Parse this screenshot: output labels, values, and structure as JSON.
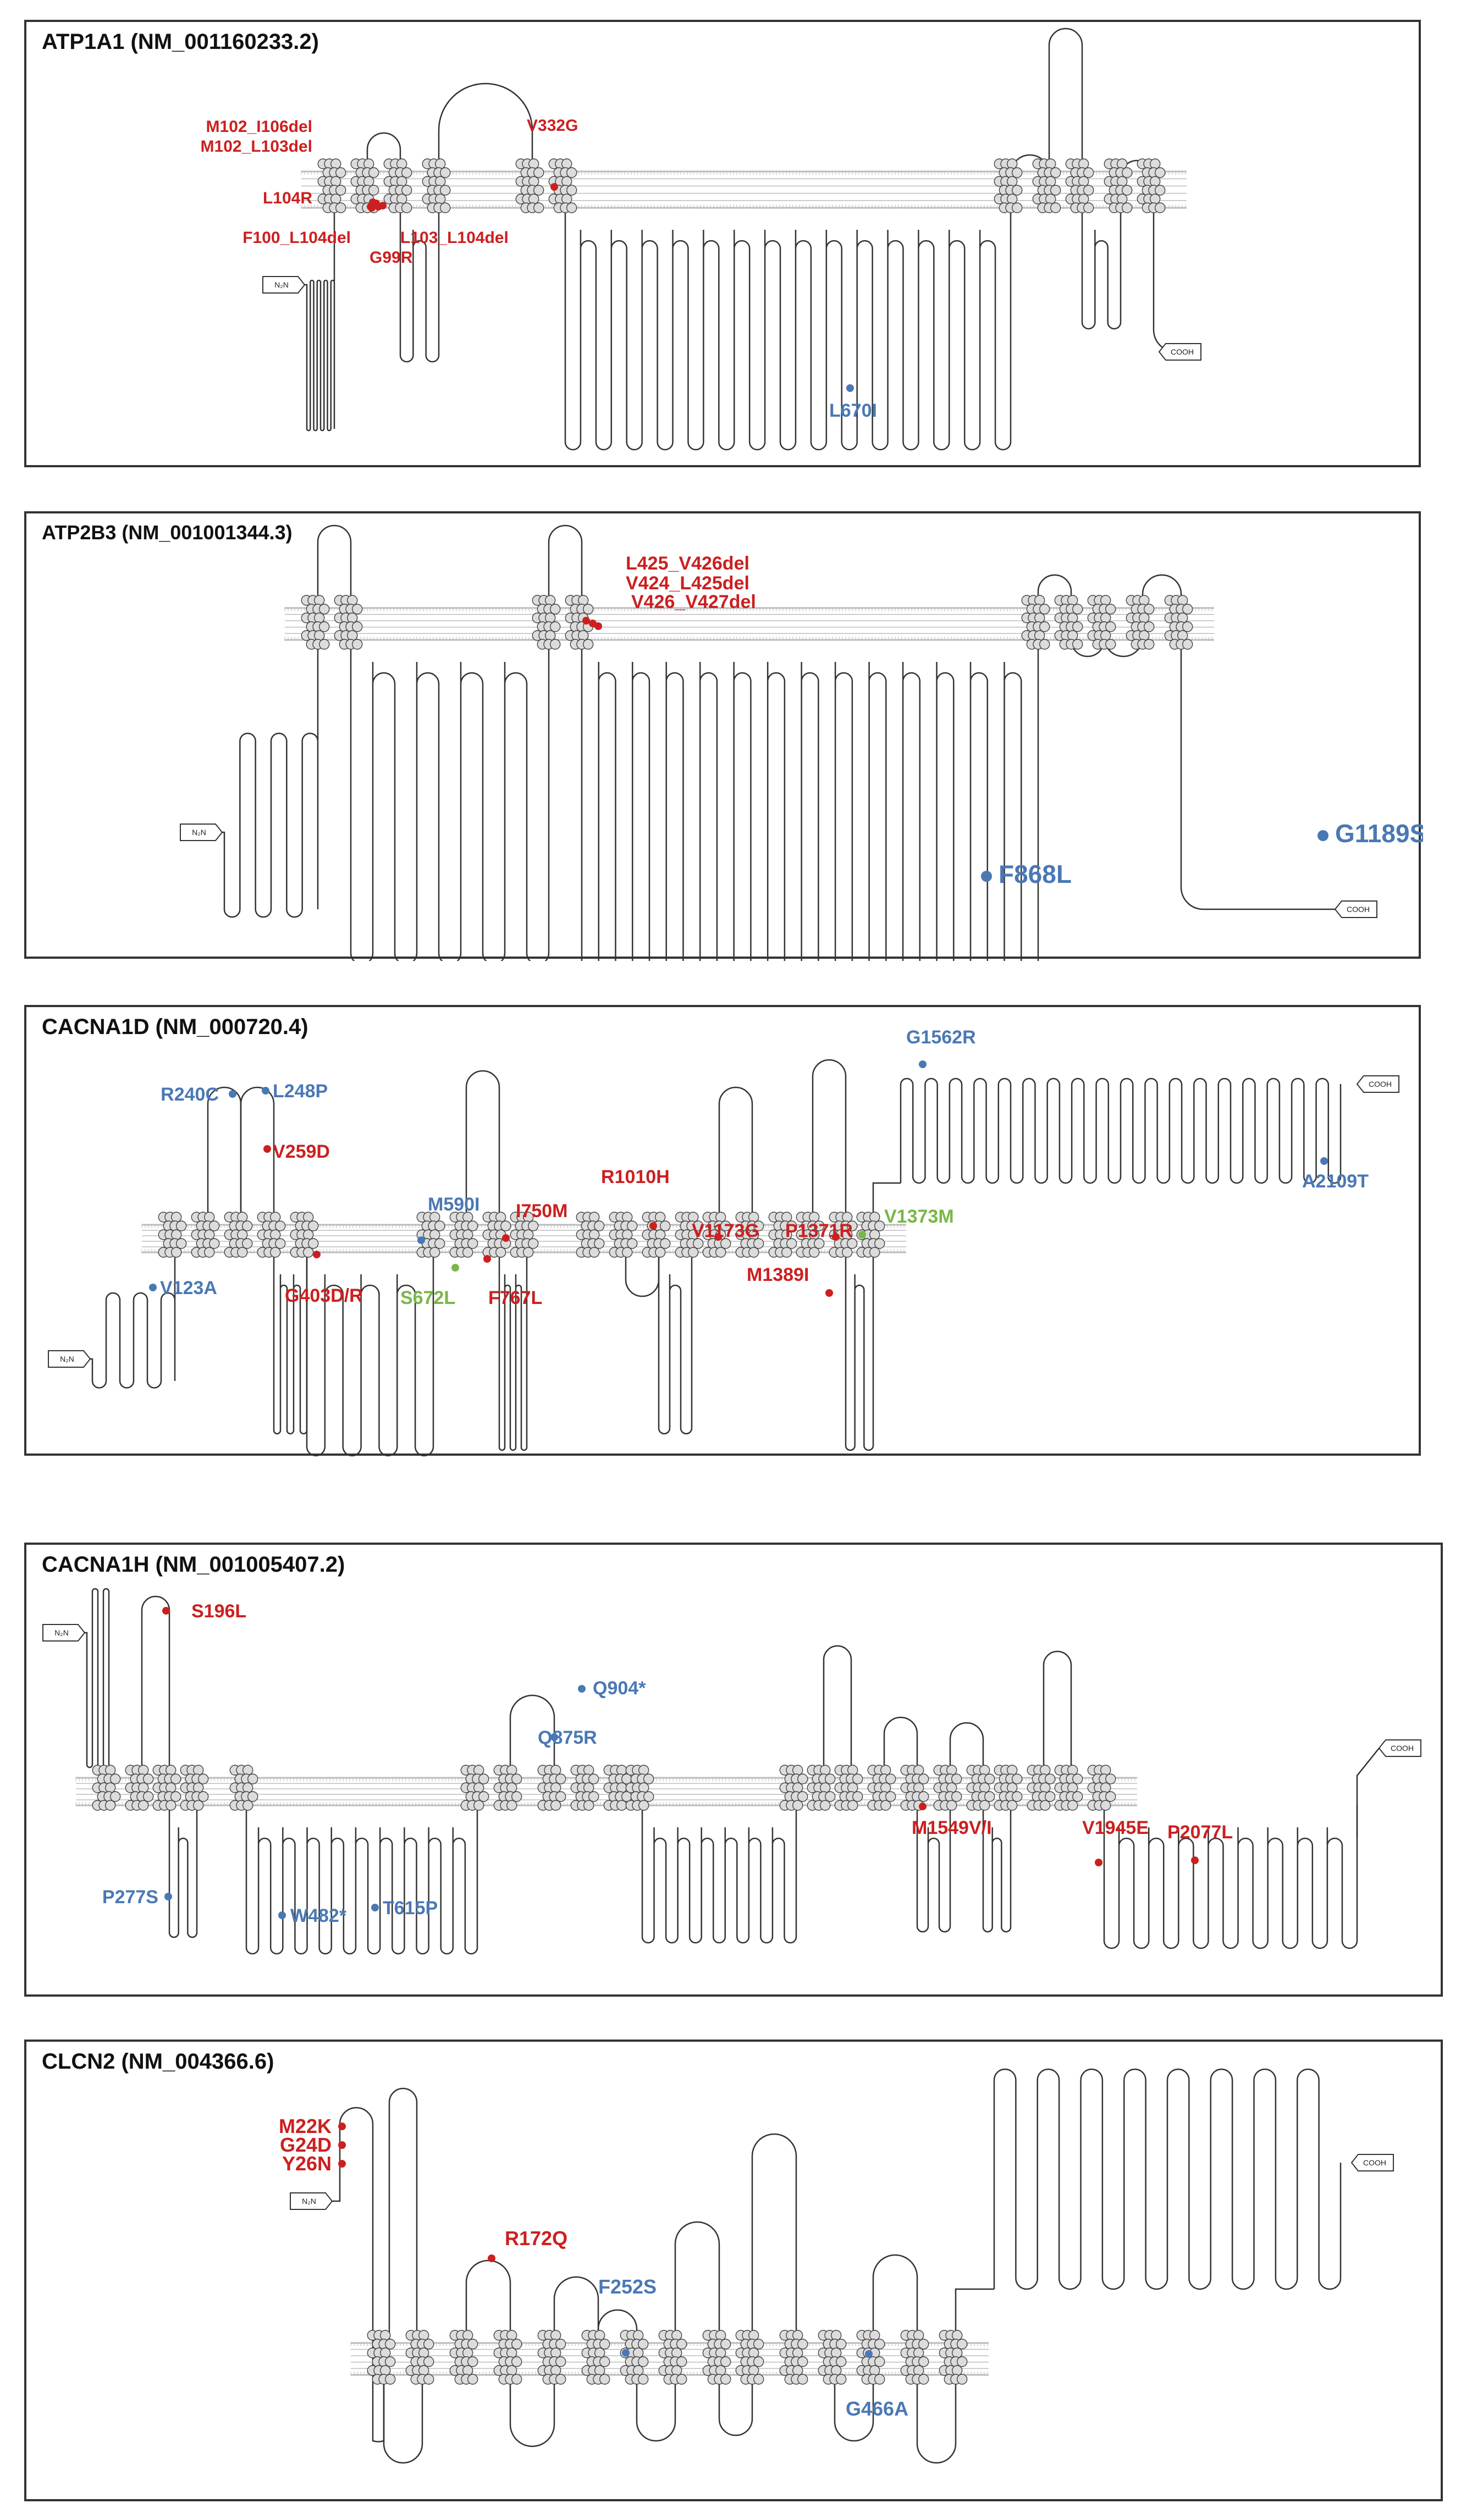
{
  "colors": {
    "pathogenic": "#cc1f1f",
    "benign": "#4a78b5",
    "other": "#7ab648",
    "membrane": "#bdbdbd",
    "helix_fill": "#dcdcdc",
    "helix_stroke": "#444444",
    "line": "#333333"
  },
  "panels": [
    {
      "id": "atp1a1",
      "title": "ATP1A1 (NM_001160233.2)",
      "n_terminus": "N₂N",
      "c_terminus": "COOH",
      "variants": [
        {
          "label": "M102_I106del",
          "color": "pathogenic"
        },
        {
          "label": "M102_L103del",
          "color": "pathogenic"
        },
        {
          "label": "L104R",
          "color": "pathogenic"
        },
        {
          "label": "F100_L104del",
          "color": "pathogenic"
        },
        {
          "label": "G99R",
          "color": "pathogenic"
        },
        {
          "label": "L103_L104del",
          "color": "pathogenic"
        },
        {
          "label": "V332G",
          "color": "pathogenic"
        },
        {
          "label": "L670I",
          "color": "benign"
        }
      ]
    },
    {
      "id": "atp2b3",
      "title": "ATP2B3 (NM_001001344.3)",
      "n_terminus": "N₂N",
      "c_terminus": "COOH",
      "variants": [
        {
          "label": "L425_V426del",
          "color": "pathogenic"
        },
        {
          "label": "V424_L425del",
          "color": "pathogenic"
        },
        {
          "label": "V426_V427del",
          "color": "pathogenic"
        },
        {
          "label": "F868L",
          "color": "benign"
        },
        {
          "label": "G1189S",
          "color": "benign"
        }
      ]
    },
    {
      "id": "cacna1d",
      "title": "CACNA1D (NM_000720.4)",
      "n_terminus": "N₂N",
      "c_terminus": "COOH",
      "variants": [
        {
          "label": "G1562R",
          "color": "benign"
        },
        {
          "label": "R240C",
          "color": "benign"
        },
        {
          "label": "L248P",
          "color": "benign"
        },
        {
          "label": "V259D",
          "color": "pathogenic"
        },
        {
          "label": "M590I",
          "color": "benign"
        },
        {
          "label": "I750M",
          "color": "pathogenic"
        },
        {
          "label": "R1010H",
          "color": "pathogenic"
        },
        {
          "label": "V1173G",
          "color": "pathogenic"
        },
        {
          "label": "P1371R",
          "color": "pathogenic"
        },
        {
          "label": "V1373M",
          "color": "other"
        },
        {
          "label": "A2109T",
          "color": "benign"
        },
        {
          "label": "G403D/R",
          "color": "pathogenic"
        },
        {
          "label": "S672L",
          "color": "other"
        },
        {
          "label": "F767L",
          "color": "pathogenic"
        },
        {
          "label": "M1389I",
          "color": "pathogenic"
        },
        {
          "label": "V123A",
          "color": "benign"
        }
      ]
    },
    {
      "id": "cacna1h",
      "title": "CACNA1H (NM_001005407.2)",
      "n_terminus": "N₂N",
      "c_terminus": "COOH",
      "variants": [
        {
          "label": "S196L",
          "color": "pathogenic"
        },
        {
          "label": "Q904*",
          "color": "benign"
        },
        {
          "label": "Q875R",
          "color": "benign"
        },
        {
          "label": "M1549V/I",
          "color": "pathogenic"
        },
        {
          "label": "V1945E",
          "color": "pathogenic"
        },
        {
          "label": "P2077L",
          "color": "pathogenic"
        },
        {
          "label": "P277S",
          "color": "benign"
        },
        {
          "label": "W482*",
          "color": "benign"
        },
        {
          "label": "T615P",
          "color": "benign"
        }
      ]
    },
    {
      "id": "clcn2",
      "title": "CLCN2 (NM_004366.6)",
      "n_terminus": "N₂N",
      "c_terminus": "COOH",
      "variants": [
        {
          "label": "M22K",
          "color": "pathogenic"
        },
        {
          "label": "G24D",
          "color": "pathogenic"
        },
        {
          "label": "Y26N",
          "color": "pathogenic"
        },
        {
          "label": "R172Q",
          "color": "pathogenic"
        },
        {
          "label": "F252S",
          "color": "benign"
        },
        {
          "label": "G466A",
          "color": "benign"
        }
      ]
    }
  ]
}
